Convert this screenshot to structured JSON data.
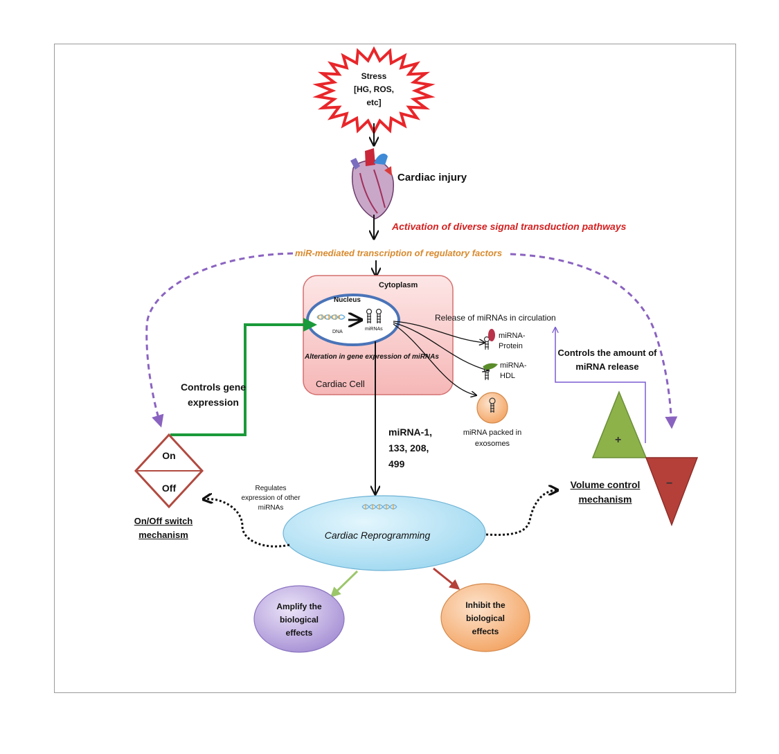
{
  "stress": {
    "line1": "Stress",
    "line2": "[HG, ROS,",
    "line3": "etc]"
  },
  "cardiac_injury": "Cardiac injury",
  "activation": "Activation of diverse signal  transduction pathways",
  "mir_mediated": "miR-mediated transcription of regulatory factors",
  "cell": {
    "cytoplasm": "Cytoplasm",
    "nucleus": "Nucleus",
    "dna": "DNA",
    "mirnas": "miRNAs",
    "alteration": "Alteration in gene expression of miRNAs",
    "cardiac_cell": "Cardiac Cell"
  },
  "release": {
    "title": "Release of miRNAs in circulation",
    "protein": {
      "line1": "miRNA-",
      "line2": "Protein"
    },
    "hdl": {
      "line1": "miRNA-",
      "line2": "HDL"
    },
    "exosome": {
      "line1": "miRNA packed in",
      "line2": "exosomes"
    }
  },
  "controls_gene": {
    "line1": "Controls gene",
    "line2": "expression"
  },
  "controls_amount": {
    "line1": "Controls the amount of",
    "line2": "miRNA release"
  },
  "mirna_list": {
    "line1": "miRNA-1,",
    "line2": "133, 208,",
    "line3": "499"
  },
  "switch": {
    "on": "On",
    "off": "Off",
    "title_line1": "On/Off switch",
    "title_line2": "mechanism"
  },
  "volume": {
    "plus": "+",
    "minus": "−",
    "title_line1": "Volume control",
    "title_line2": "mechanism"
  },
  "regulates": {
    "line1": "Regulates",
    "line2": "expression of other",
    "line3": "miRNAs"
  },
  "reprogramming": "Cardiac Reprogramming",
  "amplify": {
    "line1": "Amplify the",
    "line2": "biological",
    "line3": "effects"
  },
  "inhibit": {
    "line1": "Inhibit the",
    "line2": "biological",
    "line3": "effects"
  },
  "colors": {
    "stress_red": "#e8262a",
    "activation_red": "#d42020",
    "mir_orange": "#d88a2e",
    "purple_dash": "#8a63c0",
    "green_line": "#1a9a3a",
    "triangle_green": "#8db24a",
    "triangle_red": "#b5403a",
    "reprog_blue": "#b5e2f5",
    "amplify_purple": "#b6a0da",
    "inhibit_orange": "#f5b07a"
  }
}
